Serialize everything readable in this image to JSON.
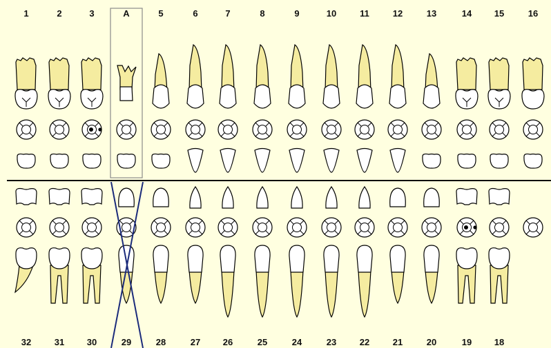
{
  "chart": {
    "upper_numbers": [
      "1",
      "2",
      "3",
      "A",
      "5",
      "6",
      "7",
      "8",
      "9",
      "10",
      "11",
      "12",
      "13",
      "14",
      "15",
      "16"
    ],
    "lower_numbers": [
      "32",
      "31",
      "30",
      "29",
      "28",
      "27",
      "26",
      "25",
      "24",
      "23",
      "22",
      "21",
      "20",
      "19",
      "18"
    ],
    "selected_upper_index": 3,
    "missing_lower_index": 3,
    "marked_upper_index": 2,
    "marked_lower_index": 13,
    "colors": {
      "background": "#ffffe0",
      "root_fill": "#f5eca0",
      "outline": "#000000",
      "divider": "#000000",
      "missing_x": "#1a2a7a",
      "selection_box": "#8a8a8a"
    }
  }
}
